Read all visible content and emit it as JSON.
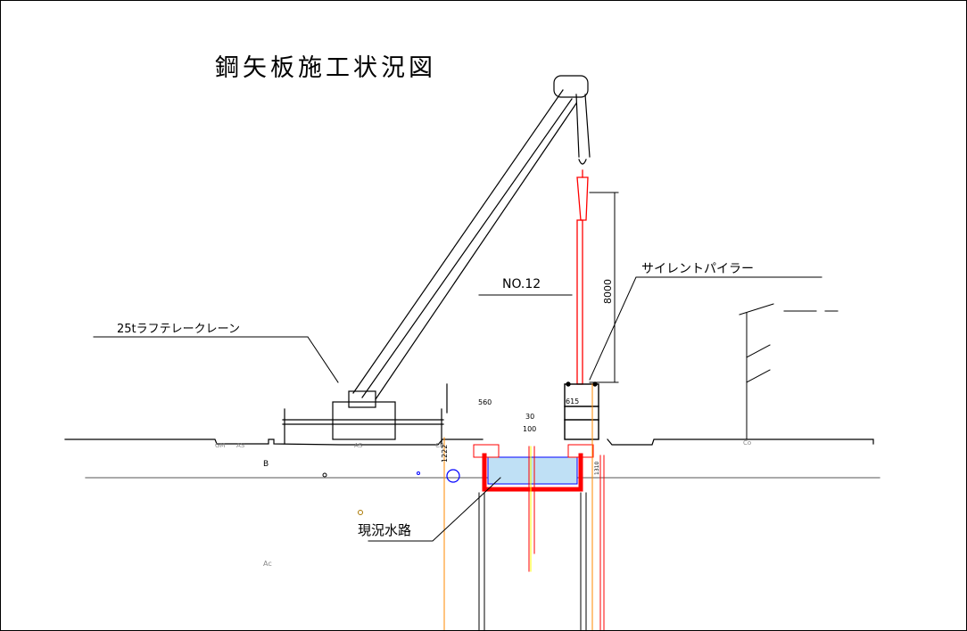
{
  "title": "鋼矢板施工状況図",
  "labels": {
    "section_no": "NO.12",
    "pile_machine": "サイレントパイラー",
    "crane": "25tラフテレークレーン",
    "channel": "現況水路"
  },
  "dimensions": {
    "pile_length": "8000",
    "d560": "560",
    "d30": "30",
    "d100": "100",
    "d615": "615",
    "d1222": "1222",
    "d1310": "1310"
  },
  "ground_marks": {
    "gm": "GM",
    "as1": "AS",
    "as2": "AS",
    "cb": "CB",
    "b": "B",
    "ac": "Ac",
    "co": "Co"
  },
  "colors": {
    "pile": "#ff0000",
    "water": "#3399ff",
    "guide": "#ff8000"
  }
}
